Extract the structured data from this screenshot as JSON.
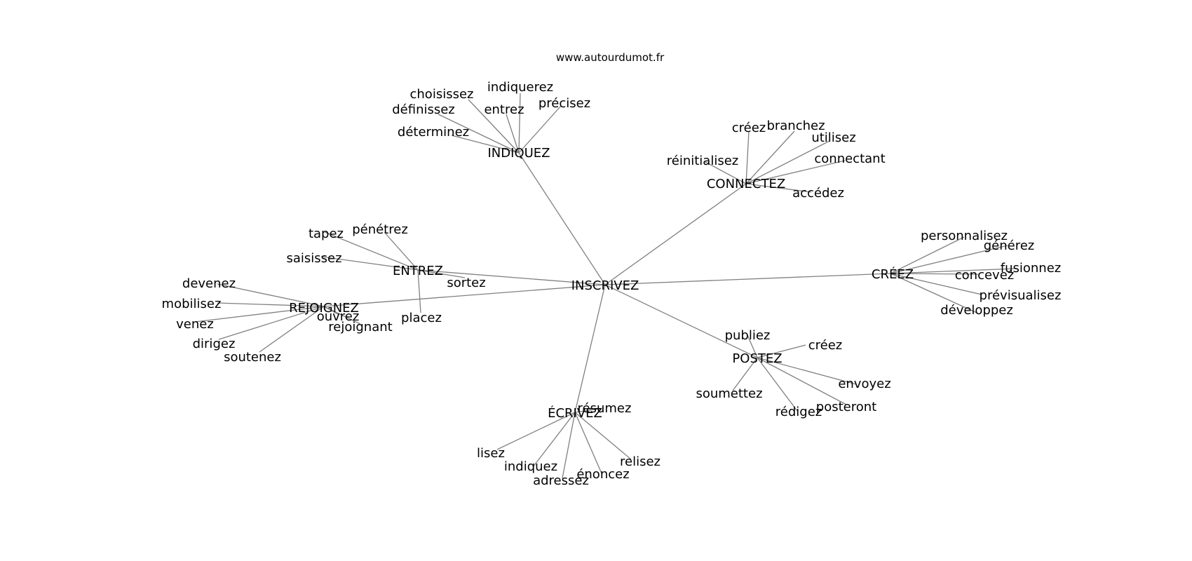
{
  "source": "www.autourdumot.fr",
  "center": "INSCRIVEZ",
  "groups": [
    {
      "hub": "INDIQUEZ",
      "leaves": [
        "choisissez",
        "indiquerez",
        "entrez",
        "précisez",
        "définissez",
        "déterminez"
      ]
    },
    {
      "hub": "CONNECTEZ",
      "leaves": [
        "créez",
        "branchez",
        "utilisez",
        "réinitialisez",
        "connectant",
        "accédez"
      ]
    },
    {
      "hub": "ENTREZ",
      "leaves": [
        "tapez",
        "pénétrez",
        "saisissez",
        "sortez",
        "placez"
      ]
    },
    {
      "hub": "REJOIGNEZ",
      "leaves": [
        "devenez",
        "mobilisez",
        "venez",
        "ouvrez",
        "rejoignant",
        "dirigez",
        "soutenez"
      ]
    },
    {
      "hub": "CRÉEZ",
      "leaves": [
        "personnalisez",
        "générez",
        "concevez",
        "fusionnez",
        "prévisualisez",
        "développez"
      ]
    },
    {
      "hub": "POSTEZ",
      "leaves": [
        "publiez",
        "créez",
        "envoyez",
        "soumettez",
        "posteront",
        "rédigez"
      ]
    },
    {
      "hub": "ÉCRIVEZ",
      "leaves": [
        "résumez",
        "lisez",
        "indiquez",
        "adressez",
        "énoncez",
        "relisez"
      ]
    }
  ]
}
